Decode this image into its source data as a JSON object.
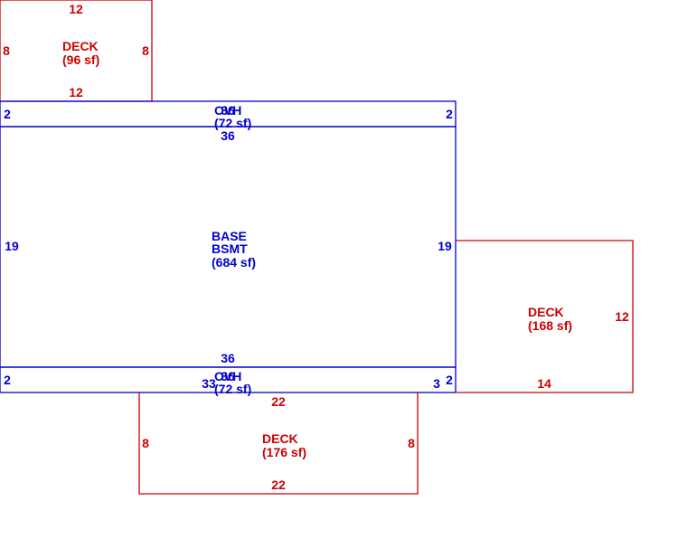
{
  "colors": {
    "deck": "#cc0000",
    "main": "#0000cc",
    "background": "#ffffff"
  },
  "areas": [
    {
      "id": "deck-top",
      "kind": "deck",
      "name": "DECK",
      "area": "(96 sf)",
      "dims": {
        "top": "12",
        "bottom": "12",
        "left": "8",
        "right": "8"
      }
    },
    {
      "id": "ovh-top",
      "kind": "main",
      "name": "OVH",
      "area": "(72 sf)",
      "dims": {
        "top": "36",
        "left": "2",
        "right": "2"
      }
    },
    {
      "id": "basement",
      "kind": "main",
      "name": "BASE",
      "name2": "BSMT",
      "area": "(684 sf)",
      "dims": {
        "top": "36",
        "bottom": "36",
        "left": "19",
        "right": "19"
      }
    },
    {
      "id": "ovh-bottom",
      "kind": "main",
      "name": "OVH",
      "area": "(72 sf)",
      "dims": {
        "top": "36",
        "bottom_left": "33",
        "bottom_right": "3",
        "left": "2",
        "right": "2"
      }
    },
    {
      "id": "deck-right",
      "kind": "deck",
      "name": "DECK",
      "area": "(168 sf)",
      "dims": {
        "right": "12",
        "bottom": "14"
      }
    },
    {
      "id": "deck-bottom",
      "kind": "deck",
      "name": "DECK",
      "area": "(176 sf)",
      "dims": {
        "top": "22",
        "bottom": "22",
        "left": "8",
        "right": "8"
      }
    }
  ]
}
